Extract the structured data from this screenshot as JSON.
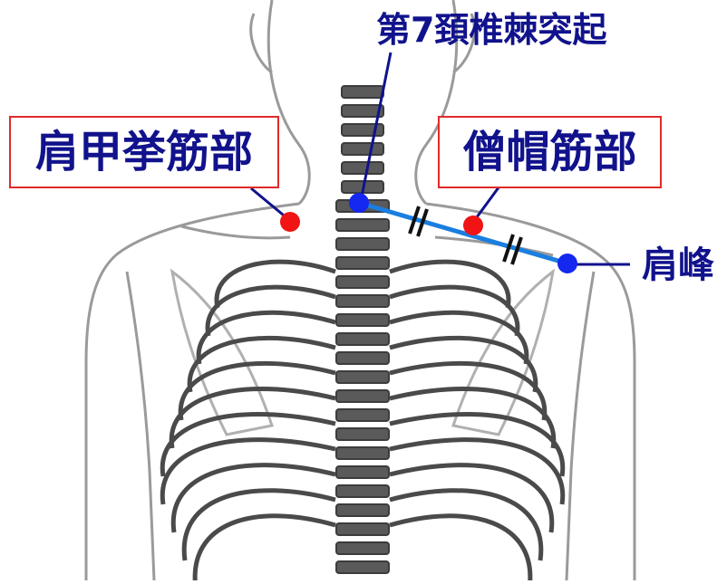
{
  "colors": {
    "label_text": "#11128c",
    "label_border": "#e02a2a",
    "point_blue": "#1428f0",
    "point_red": "#f01414",
    "measure_line": "#1a7ee0",
    "leader_line": "#11128c",
    "bone_stroke": "#9a9a9a",
    "bone_dark": "#3c3c3c"
  },
  "labels": {
    "c7": "第7頚椎棘突起",
    "levator": "肩甲挙筋部",
    "trapezius": "僧帽筋部",
    "acromion": "肩峰"
  },
  "points": {
    "c7": {
      "name": "c7-spinous-process-point",
      "color": "blue"
    },
    "acromion": {
      "name": "acromion-point",
      "color": "blue"
    },
    "levator": {
      "name": "levator-scapulae-point",
      "color": "red"
    },
    "trapezius": {
      "name": "trapezius-midpoint",
      "color": "red"
    }
  },
  "equal_marks": [
    "//",
    "//"
  ]
}
